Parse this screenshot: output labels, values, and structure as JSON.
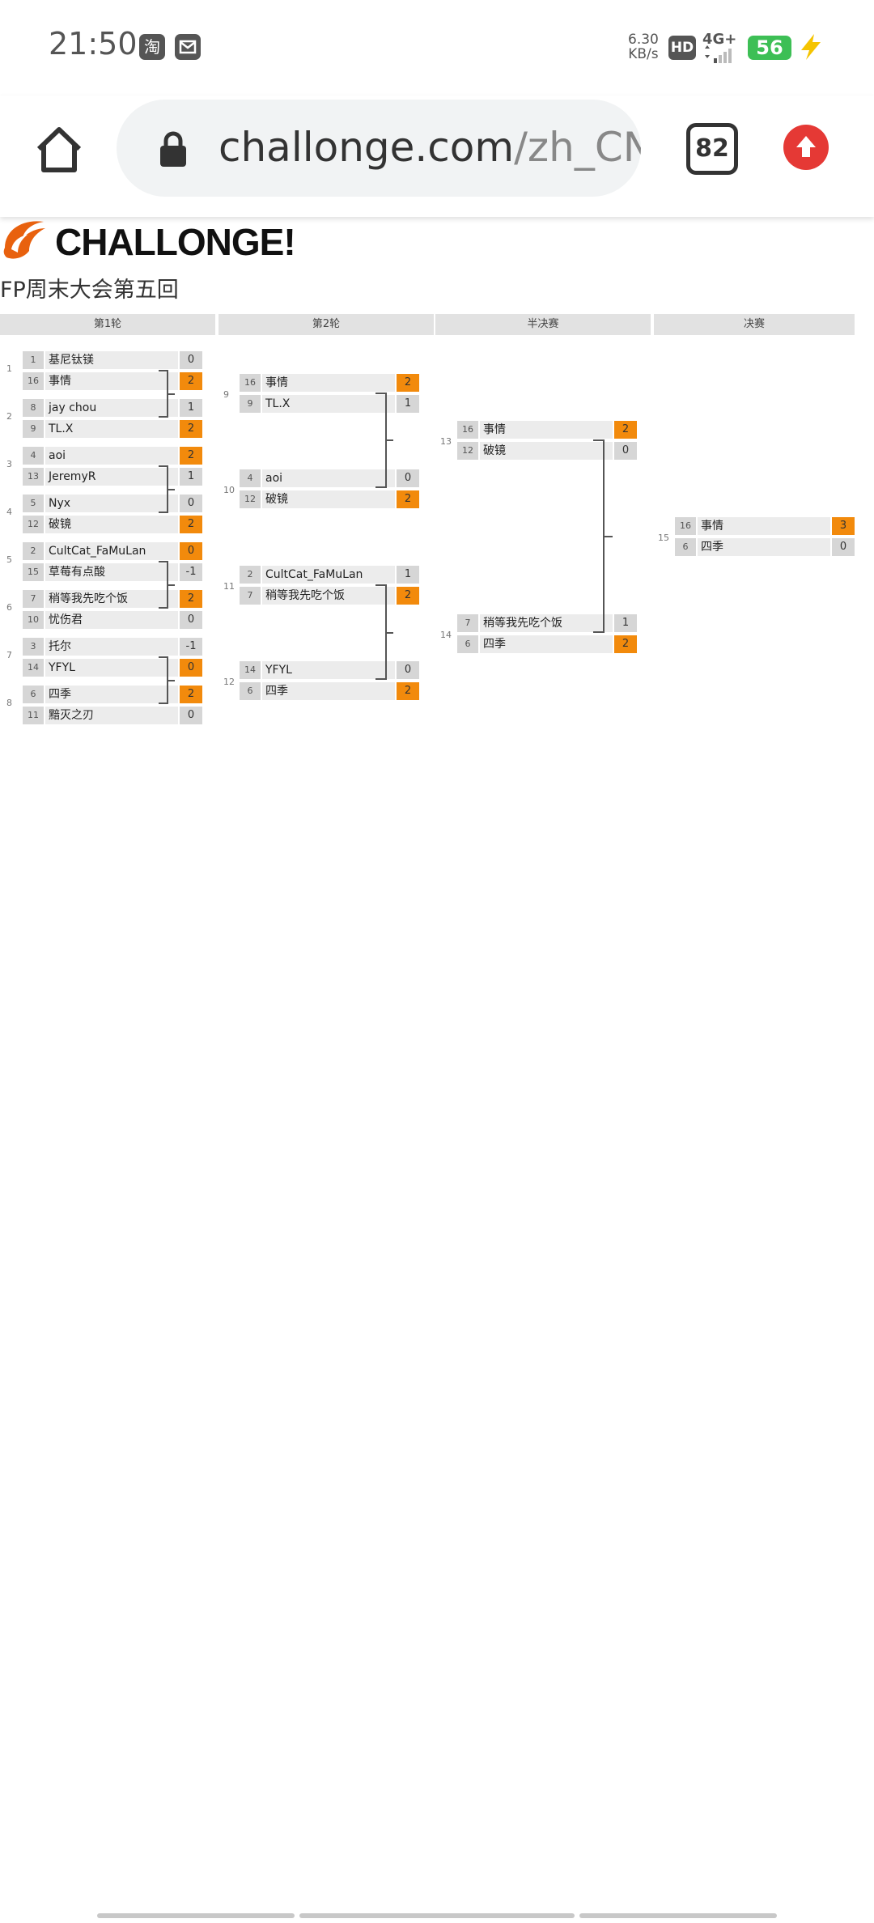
{
  "status_bar": {
    "time": "21:50",
    "app_icons": [
      "taobao-icon",
      "mail-icon"
    ],
    "net_speed": "6.30",
    "net_unit": "KB/s",
    "hd": "HD",
    "network": "4G+",
    "battery": "56"
  },
  "browser": {
    "url_host": "challonge.com",
    "url_path": "/zh_CN",
    "tab_count": "82"
  },
  "page": {
    "logo": "CHALLONGE!",
    "title": "FP周末大会第五回",
    "rounds": [
      "第1轮",
      "第2轮",
      "半决赛",
      "决赛"
    ]
  },
  "matches": [
    {
      "n": "1",
      "top": {
        "seed": "1",
        "name": "基尼钛镁",
        "score": "0",
        "win": false
      },
      "bot": {
        "seed": "16",
        "name": "事情",
        "score": "2",
        "win": true
      }
    },
    {
      "n": "2",
      "top": {
        "seed": "8",
        "name": "jay chou",
        "score": "1",
        "win": false
      },
      "bot": {
        "seed": "9",
        "name": "TL.X",
        "score": "2",
        "win": true
      }
    },
    {
      "n": "3",
      "top": {
        "seed": "4",
        "name": "aoi",
        "score": "2",
        "win": true
      },
      "bot": {
        "seed": "13",
        "name": "JeremyR",
        "score": "1",
        "win": false
      }
    },
    {
      "n": "4",
      "top": {
        "seed": "5",
        "name": "Nyx",
        "score": "0",
        "win": false
      },
      "bot": {
        "seed": "12",
        "name": "破镜",
        "score": "2",
        "win": true
      }
    },
    {
      "n": "5",
      "top": {
        "seed": "2",
        "name": "CultCat_FaMuLan",
        "score": "0",
        "win": true
      },
      "bot": {
        "seed": "15",
        "name": "草莓有点酸",
        "score": "-1",
        "win": false
      }
    },
    {
      "n": "6",
      "top": {
        "seed": "7",
        "name": "稍等我先吃个饭",
        "score": "2",
        "win": true
      },
      "bot": {
        "seed": "10",
        "name": "忧伤君",
        "score": "0",
        "win": false
      }
    },
    {
      "n": "7",
      "top": {
        "seed": "3",
        "name": "托尔",
        "score": "-1",
        "win": false
      },
      "bot": {
        "seed": "14",
        "name": "YFYL",
        "score": "0",
        "win": true
      }
    },
    {
      "n": "8",
      "top": {
        "seed": "6",
        "name": "四季",
        "score": "2",
        "win": true
      },
      "bot": {
        "seed": "11",
        "name": "黯灭之刃",
        "score": "0",
        "win": false
      }
    },
    {
      "n": "9",
      "top": {
        "seed": "16",
        "name": "事情",
        "score": "2",
        "win": true
      },
      "bot": {
        "seed": "9",
        "name": "TL.X",
        "score": "1",
        "win": false
      }
    },
    {
      "n": "10",
      "top": {
        "seed": "4",
        "name": "aoi",
        "score": "0",
        "win": false
      },
      "bot": {
        "seed": "12",
        "name": "破镜",
        "score": "2",
        "win": true
      }
    },
    {
      "n": "11",
      "top": {
        "seed": "2",
        "name": "CultCat_FaMuLan",
        "score": "1",
        "win": false
      },
      "bot": {
        "seed": "7",
        "name": "稍等我先吃个饭",
        "score": "2",
        "win": true
      }
    },
    {
      "n": "12",
      "top": {
        "seed": "14",
        "name": "YFYL",
        "score": "0",
        "win": false
      },
      "bot": {
        "seed": "6",
        "name": "四季",
        "score": "2",
        "win": true
      }
    },
    {
      "n": "13",
      "top": {
        "seed": "16",
        "name": "事情",
        "score": "2",
        "win": true
      },
      "bot": {
        "seed": "12",
        "name": "破镜",
        "score": "0",
        "win": false
      }
    },
    {
      "n": "14",
      "top": {
        "seed": "7",
        "name": "稍等我先吃个饭",
        "score": "1",
        "win": false
      },
      "bot": {
        "seed": "6",
        "name": "四季",
        "score": "2",
        "win": true
      }
    },
    {
      "n": "15",
      "top": {
        "seed": "16",
        "name": "事情",
        "score": "3",
        "win": true
      },
      "bot": {
        "seed": "6",
        "name": "四季",
        "score": "0",
        "win": false
      }
    }
  ],
  "colors": {
    "win": "#f28a0c",
    "brand": "#e8610e",
    "battery": "#3dbf55",
    "upload": "#e53935"
  }
}
